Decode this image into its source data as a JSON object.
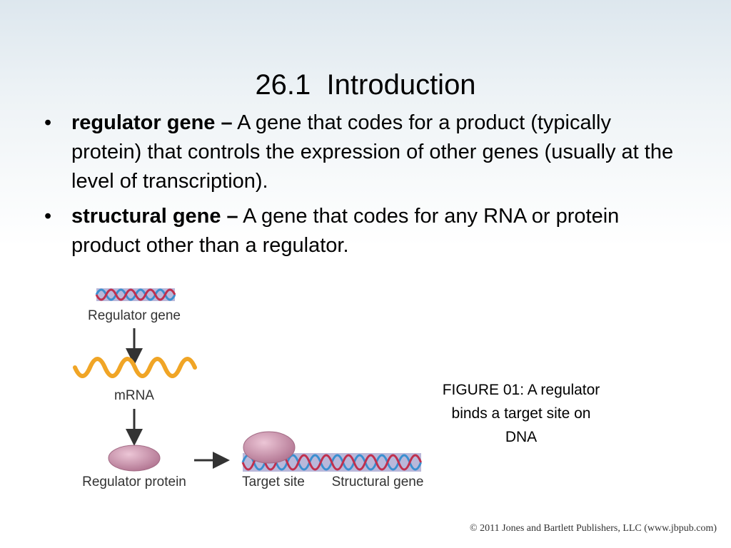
{
  "slide": {
    "number": "26.1",
    "title": "Introduction"
  },
  "bullets": [
    {
      "term": "regulator gene –",
      "definition": " A gene that codes for a product (typically protein) that controls the expression of other genes (usually at the level of transcription)."
    },
    {
      "term": "structural gene –",
      "definition": " A gene that codes for any RNA or protein product other than a regulator."
    }
  ],
  "figure": {
    "labels": {
      "regulator_gene": "Regulator gene",
      "mrna": "mRNA",
      "regulator_protein": "Regulator protein",
      "target_site": "Target site",
      "structural_gene": "Structural gene"
    },
    "colors": {
      "dna_strand_red": "#c0304e",
      "dna_strand_blue": "#3a8fd0",
      "dna_band": "#b9b8da",
      "mrna": "#f0a526",
      "protein": "#c98ba6",
      "arrow": "#333333"
    }
  },
  "caption": "FIGURE 01: A regulator binds a target site on DNA",
  "copyright": "© 2011 Jones and Bartlett Publishers, LLC (www.jbpub.com)"
}
